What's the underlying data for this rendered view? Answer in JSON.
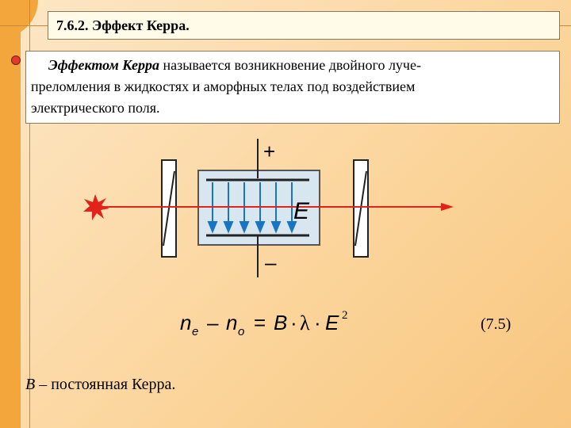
{
  "title": "7.6.2. Эффект Керра.",
  "definition": {
    "term": "Эффектом Керра",
    "line1_rest": " называется возникновение двойного луче-",
    "line2": "преломления в жидкостях и аморфных телах под воздействием",
    "line3": "электрического поля."
  },
  "diagram": {
    "plus_label": "+",
    "minus_label": "–",
    "field_label": "E",
    "beam_color": "#e2231a",
    "field_arrow_color": "#1a74c4",
    "cell_fill": "#d8e6ef"
  },
  "formula": {
    "ne": "n",
    "ne_sub": "e",
    "minus": "–",
    "no": "n",
    "no_sub": "o",
    "equals": "=",
    "B": "B",
    "dot1": "·",
    "lambda": "λ",
    "dot2": "·",
    "E": "E",
    "exp": "2"
  },
  "equation_number": "(7.5)",
  "note": {
    "symbol": "B",
    "text": " – постоянная Керра."
  }
}
